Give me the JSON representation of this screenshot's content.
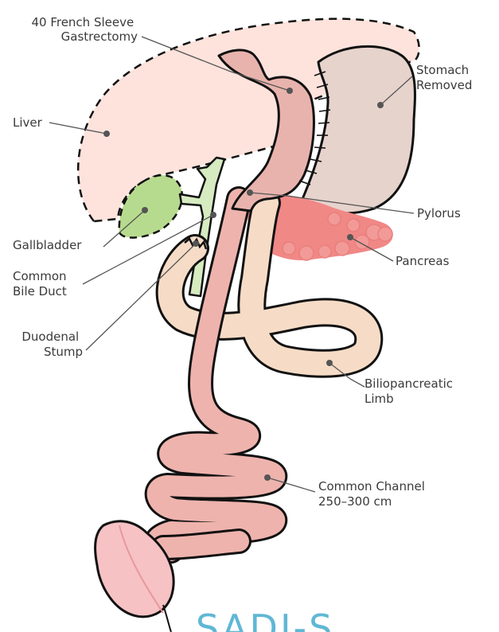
{
  "title": "SADI-S",
  "labels": {
    "gastrectomy_line1": "40 French Sleeve",
    "gastrectomy_line2": "Gastrectomy",
    "stomach_line1": "Stomach",
    "stomach_line2": "Removed",
    "liver": "Liver",
    "pylorus": "Pylorus",
    "gallbladder": "Gallbladder",
    "pancreas": "Pancreas",
    "cbd_line1": "Common",
    "cbd_line2": "Bile Duct",
    "stump_line1": "Duodenal",
    "stump_line2": "Stump",
    "bp_line1": "Biliopancreatic",
    "bp_line2": "Limb",
    "cc_line1": "Common Channel",
    "cc_line2": "250–300 cm"
  },
  "colors": {
    "liver": "#fde3dc",
    "stomach_removed": "#e6d3cc",
    "sleeve": "#e9b3ad",
    "gallbladder": "#b7db8e",
    "bile_duct": "#d6ebc0",
    "pancreas": "#f08886",
    "bp_limb": "#f6dcc6",
    "small_bowel": "#eeb3ad",
    "colon": "#f6c2c4",
    "title": "#5fb7d4"
  }
}
